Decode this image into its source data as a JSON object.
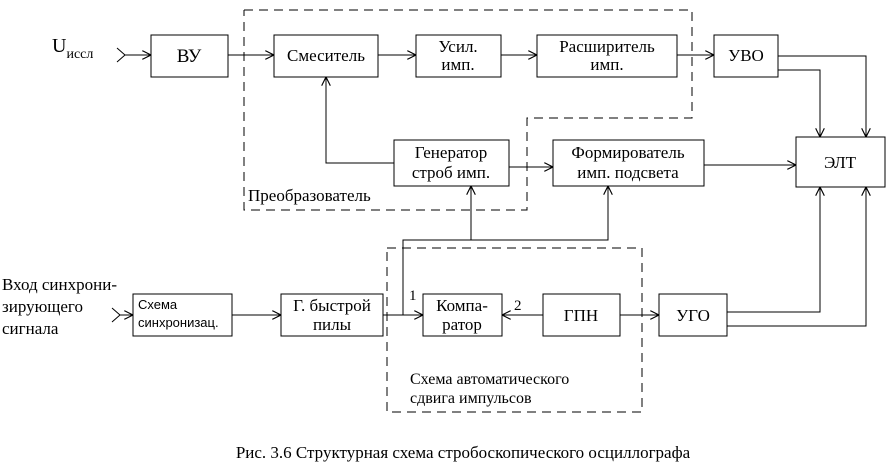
{
  "input_signal": {
    "main": "U",
    "sub": "иссл"
  },
  "sync_input": {
    "line1": "Вход синхрони-",
    "line2": "зирующего",
    "line3": "сигнала"
  },
  "blocks": {
    "vu": "ВУ",
    "mixer": "Смеситель",
    "amp": {
      "line1": "Усил.",
      "line2": "имп."
    },
    "expander": {
      "line1": "Расширитель",
      "line2": "имп."
    },
    "uvo": "УВО",
    "generator": {
      "line1": "Генератор",
      "line2": "строб имп."
    },
    "former": {
      "line1": "Формирователь",
      "line2": "имп. подсвета"
    },
    "elt": "ЭЛТ",
    "sync_scheme": {
      "line1": "Схема",
      "line2": "синхронизац."
    },
    "fast_saw": {
      "line1": "Г. быстрой",
      "line2": "пилы"
    },
    "comparator": {
      "line1": "Компа-",
      "line2": "ратор"
    },
    "gpn": "ГПН",
    "ugo": "УГО"
  },
  "groups": {
    "converter": "Преобразователь",
    "auto_shift": {
      "line1": "Схема автоматического",
      "line2": "сдвига импульсов"
    }
  },
  "port_labels": {
    "comp_in1": "1",
    "comp_in2": "2"
  },
  "caption": "Рис. 3.6 Структурная схема стробоскопического осциллографа"
}
